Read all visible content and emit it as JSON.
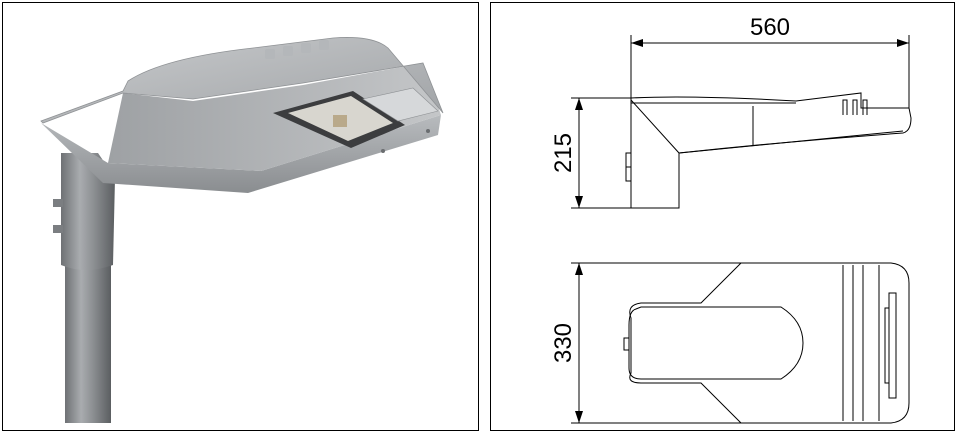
{
  "product_photo": {
    "subject": "street-luminaire"
  },
  "technical_drawing": {
    "dimensions": {
      "length": "560",
      "height": "215",
      "width": "330"
    }
  }
}
